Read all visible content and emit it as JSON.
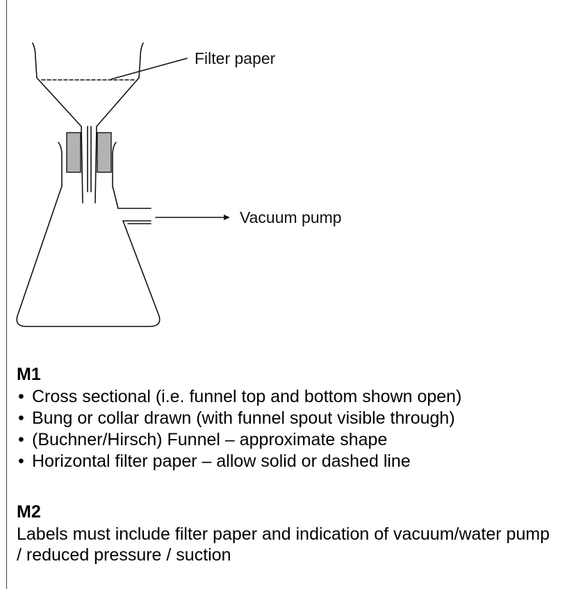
{
  "diagram": {
    "labels": {
      "filter_paper": "Filter paper",
      "vacuum_pump": "Vacuum pump"
    },
    "colors": {
      "line": "#111111",
      "bung_fill": "#b3b3b3"
    }
  },
  "markscheme": {
    "m1": {
      "heading": "M1",
      "points": [
        "Cross sectional (i.e. funnel top and bottom shown open)",
        "Bung or collar drawn (with funnel spout visible through)",
        "(Buchner/Hirsch) Funnel – approximate shape",
        "Horizontal filter paper – allow solid or dashed line"
      ]
    },
    "m2": {
      "heading": "M2",
      "text": "Labels must include filter paper and indication of vacuum/water pump / reduced pressure / suction"
    }
  }
}
